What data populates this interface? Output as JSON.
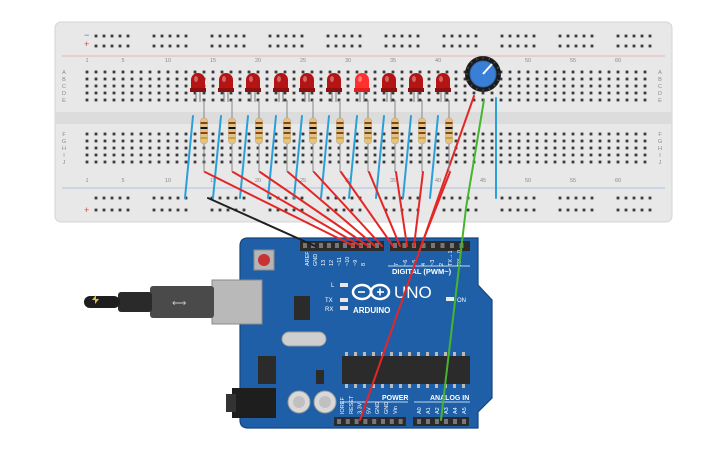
{
  "breadboard": {
    "column_numbers": [
      "1",
      "5",
      "10",
      "15",
      "20",
      "25",
      "30",
      "35",
      "40",
      "45",
      "50",
      "55",
      "60"
    ],
    "row_letters_top": [
      "A",
      "B",
      "C",
      "D",
      "E"
    ],
    "row_letters_bottom": [
      "F",
      "G",
      "H",
      "I",
      "J"
    ],
    "rail_plus": "+",
    "rail_minus": "−"
  },
  "components": {
    "led_count": 10,
    "led_lit_index": 6,
    "resistor_count": 10,
    "potentiometer": "potentiometer"
  },
  "arduino": {
    "brand": "ARDUINO",
    "model": "UNO",
    "digital_label": "DIGITAL (PWM~)",
    "power_label": "POWER",
    "analog_label": "ANALOG IN",
    "on_label": "ON",
    "l_label": "L",
    "tx_label": "TX",
    "rx_label": "RX",
    "top_pins": [
      "AREF",
      "GND",
      "13",
      "12",
      "~11",
      "~10",
      "~9",
      "8",
      "7",
      "~6",
      "~5",
      "4",
      "~3",
      "2",
      "TX→1",
      "RX←0"
    ],
    "power_pins": [
      "IOREF",
      "RESET",
      "3.3V",
      "5V",
      "GND",
      "GND",
      "Vin"
    ],
    "analog_pins": [
      "A0",
      "A1",
      "A2",
      "A3",
      "A4",
      "A5"
    ]
  },
  "colors": {
    "breadboard": "#e8e8e8",
    "board_blue": "#1f5fa8",
    "wire_red": "#e32626",
    "wire_blue": "#2a9fd8",
    "wire_green": "#45b52d",
    "wire_black": "#202020",
    "led_red": "#b41414",
    "led_lit": "#ff3030"
  }
}
